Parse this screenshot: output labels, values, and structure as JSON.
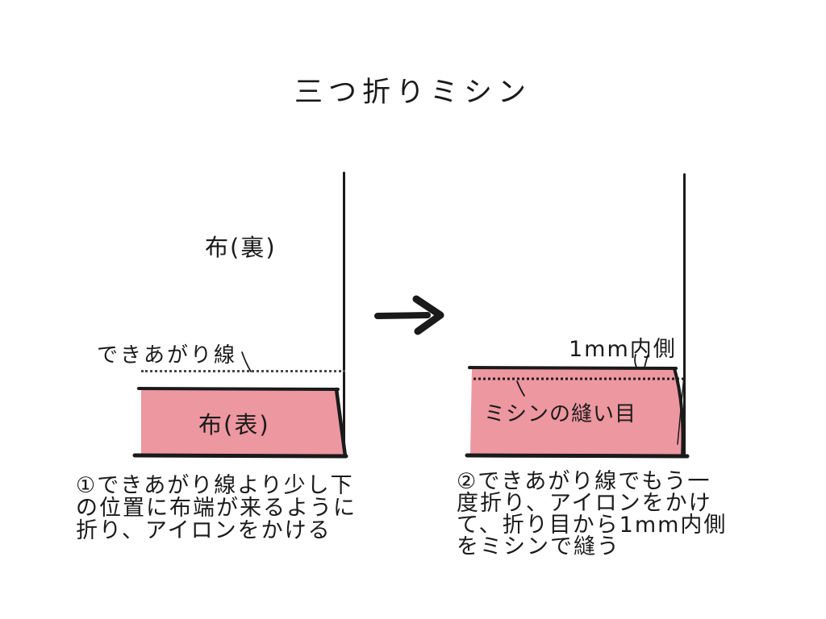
{
  "title": "三つ折りミシン",
  "colors": {
    "fabric_pink": "#ed97a0",
    "ink": "#1a1a1a",
    "background": "#ffffff"
  },
  "step1": {
    "fabric_back_label": "布(裏)",
    "finish_line_label": "できあがり線",
    "fabric_front_label": "布(表)",
    "caption_lines": [
      "①できあがり線より少し下",
      "の位置に布端が来るように",
      "折り、アイロンをかける"
    ]
  },
  "arrow": {
    "direction": "right"
  },
  "step2": {
    "inside_1mm_label": "1mm内側",
    "stitch_label": "ミシンの縫い目",
    "caption_lines": [
      "②できあがり線でもう一",
      "度折り、アイロンをかけ",
      "て、折り目から1mm内側",
      "をミシンで縫う"
    ]
  }
}
